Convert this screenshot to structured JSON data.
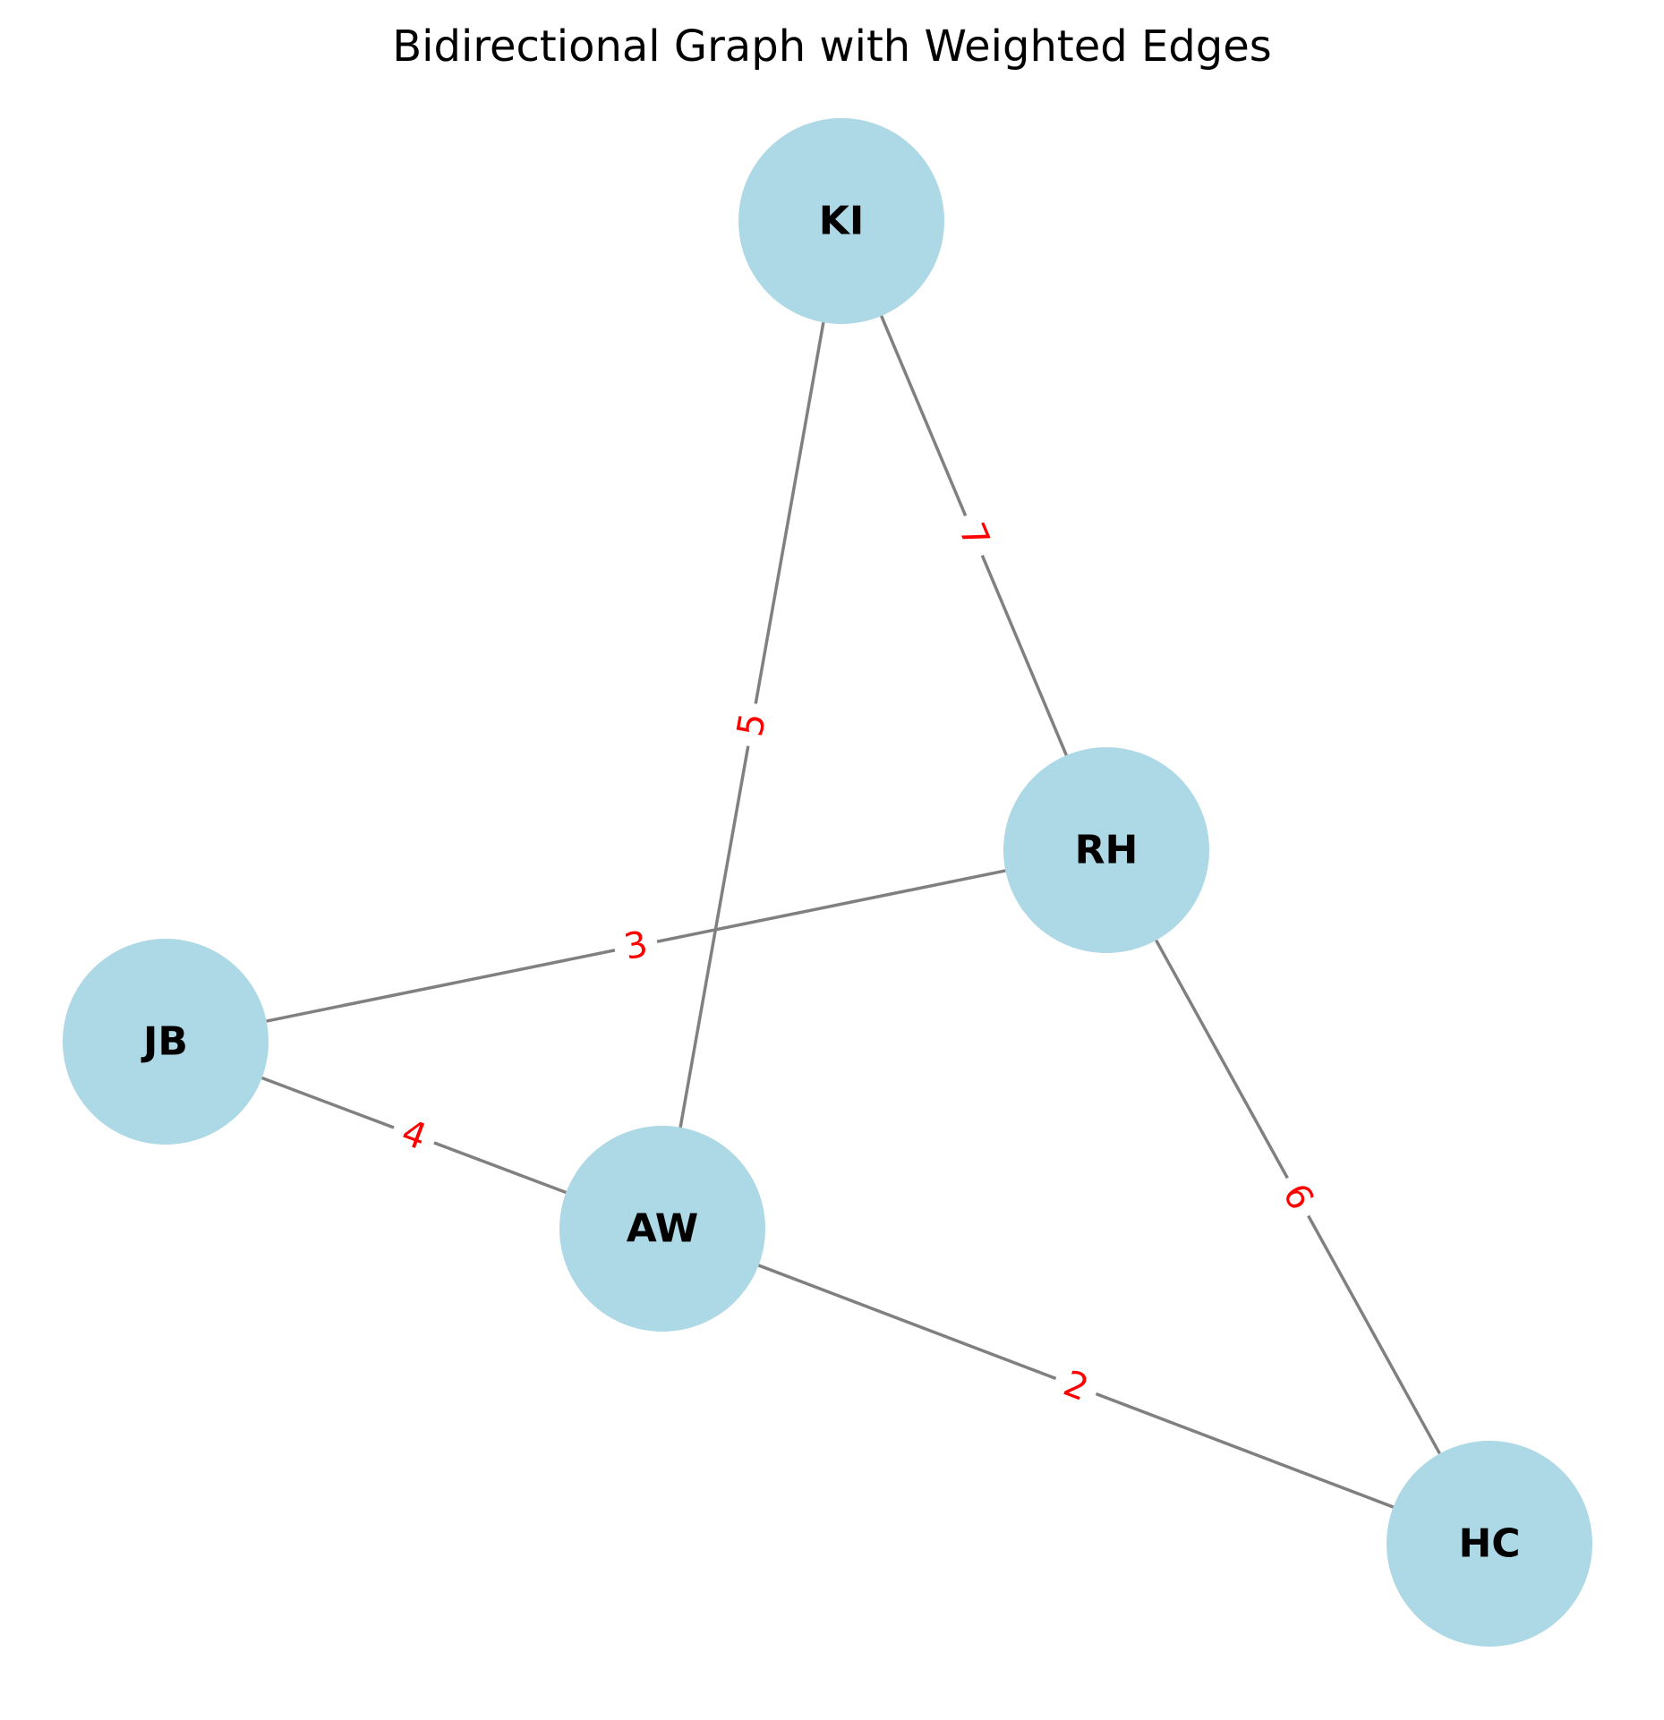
{
  "title": "Bidirectional Graph with Weighted Edges",
  "colors": {
    "node_fill": "#add8e6",
    "edge_stroke": "#808080",
    "edge_label": "#ff0000",
    "node_label": "#000000",
    "background": "#ffffff"
  },
  "nodes": [
    {
      "id": "KI",
      "label": "KI"
    },
    {
      "id": "RH",
      "label": "RH"
    },
    {
      "id": "JB",
      "label": "JB"
    },
    {
      "id": "AW",
      "label": "AW"
    },
    {
      "id": "HC",
      "label": "HC"
    }
  ],
  "edges": [
    {
      "source": "KI",
      "target": "RH",
      "weight": "7"
    },
    {
      "source": "KI",
      "target": "AW",
      "weight": "5"
    },
    {
      "source": "RH",
      "target": "JB",
      "weight": "3"
    },
    {
      "source": "RH",
      "target": "HC",
      "weight": "6"
    },
    {
      "source": "JB",
      "target": "AW",
      "weight": "4"
    },
    {
      "source": "AW",
      "target": "HC",
      "weight": "2"
    }
  ]
}
